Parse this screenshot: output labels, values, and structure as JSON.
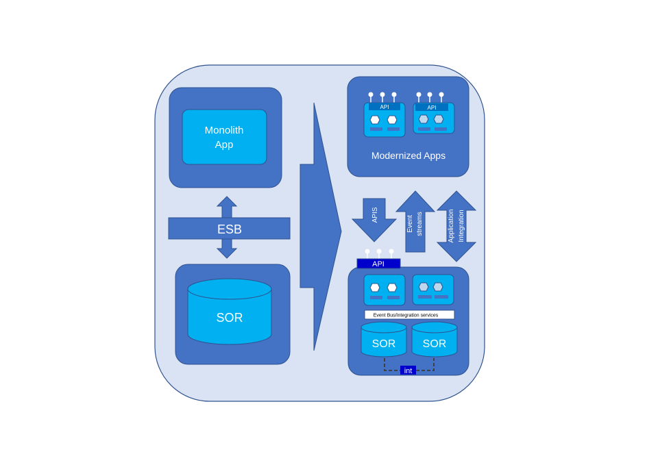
{
  "labels": {
    "monolith_line1": "Monolith",
    "monolith_line2": "App",
    "esb": "ESB",
    "sor_left": "SOR",
    "modernized_apps": "Modernized Apps",
    "api": "API",
    "apis_arrow": "APIS",
    "event_streams_line1": "Event",
    "event_streams_line2": "streams",
    "app_integration_line1": "Application",
    "app_integration_line2": "Integration",
    "event_bus": "Event  Bus/Integration services",
    "sor_right_1": "SOR",
    "sor_right_2": "SOR",
    "int": "int"
  },
  "colors": {
    "frame_fill": "#dae3f3",
    "frame_stroke": "#2f528f",
    "box_blue": "#4472c4",
    "cyan": "#00b0f0",
    "dark_blue": "#0000cc",
    "hex_fill": "#bdd7ee"
  }
}
